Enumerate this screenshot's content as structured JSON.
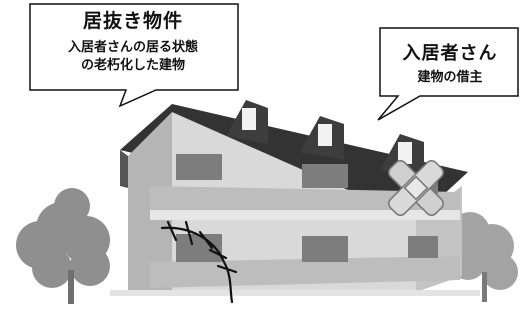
{
  "callouts": {
    "left": {
      "title": "居抜き物件",
      "line1": "入居者さんの居る状態",
      "line2": "の老朽化した建物"
    },
    "right": {
      "title": "入居者さん",
      "subtitle": "建物の借主"
    }
  },
  "colors": {
    "roof": "#333333",
    "wall_light": "#d9d9d9",
    "wall_mid": "#b5b5b5",
    "tree": "#8f8f8f",
    "bandage": "#cfcfcf",
    "crack": "#111111"
  },
  "icons": {
    "building": "apartment-building-illustration",
    "crack": "wall-crack-icon",
    "bandage": "bandage-icon",
    "trees": "tree-icon"
  }
}
